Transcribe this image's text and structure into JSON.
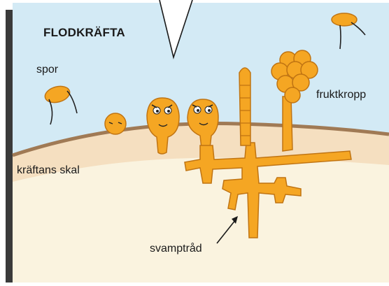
{
  "diagram": {
    "title": "FLODKRÄFTA",
    "labels": {
      "spore": "spor",
      "fruiting_body": "fruktkropp",
      "shell": "kräftans skal",
      "hypha": "svamptråd"
    }
  },
  "colors": {
    "sky": "#d3eaf5",
    "shell_band": "#f5dfc0",
    "shell_edge": "#a07a55",
    "inner": "#faf3df",
    "fungus": "#f5a623",
    "fungus_outline": "#c07412",
    "frame_shadow": "#3a3a3a"
  }
}
